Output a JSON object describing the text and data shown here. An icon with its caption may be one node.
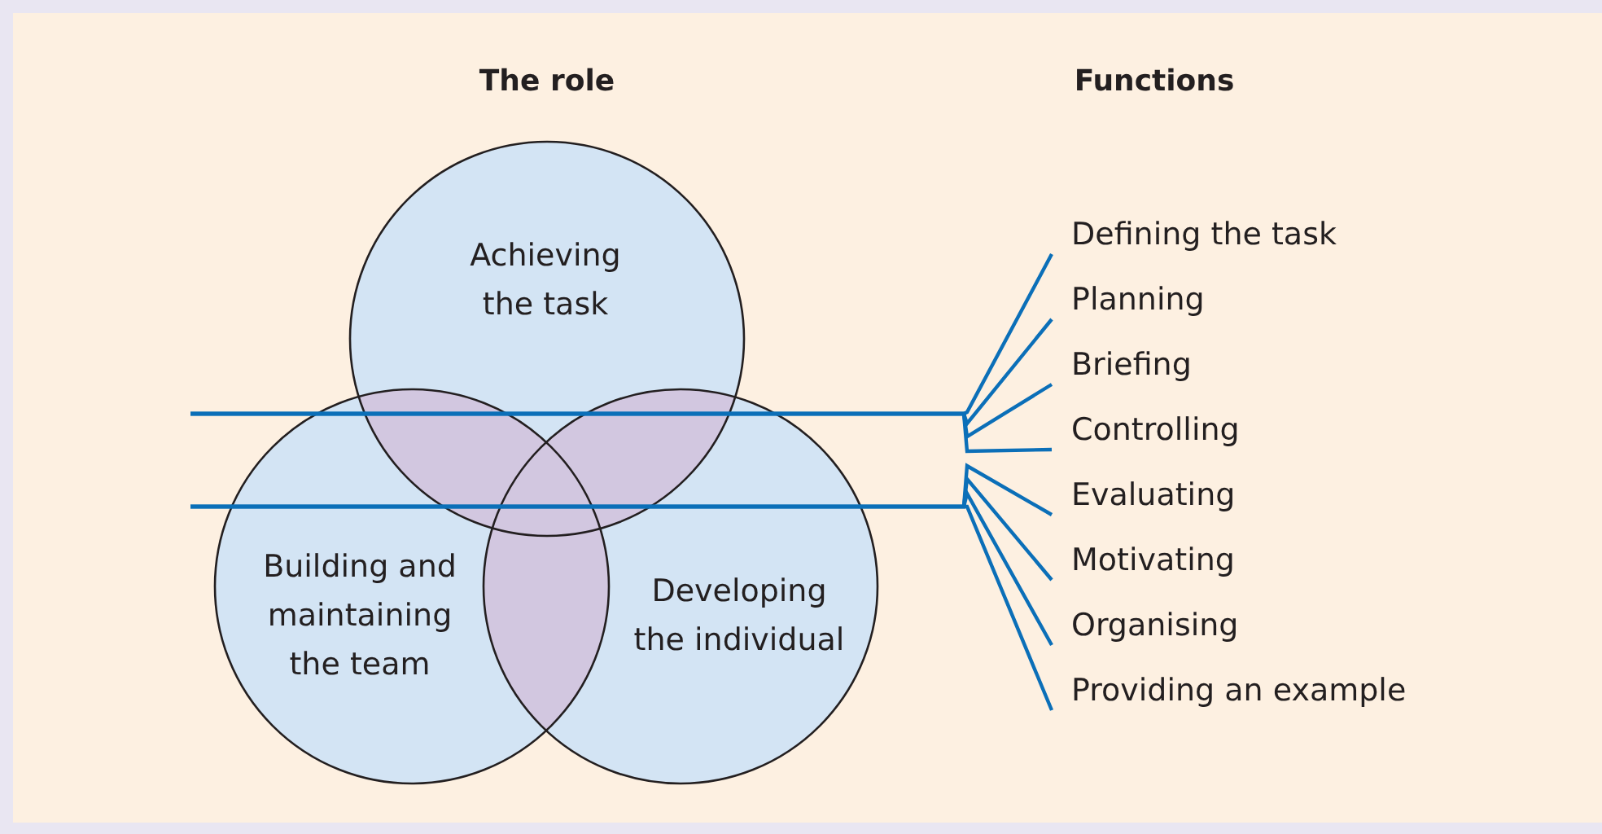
{
  "diagram": {
    "nodes": [
      {
        "text": [
          "Achieving the task"
        ]
      },
      {
        "text": [
          "Building and maintaining the team"
        ]
      },
      {
        "text": [
          "Developing the individual"
        ]
      },
      {
        "text": [
          "Defining the task"
        ]
      },
      {
        "text": [
          "Planning"
        ]
      },
      {
        "text": [
          "Briefing"
        ]
      },
      {
        "text": [
          "Controlling"
        ]
      },
      {
        "text": [
          "Evaluating"
        ]
      },
      {
        "text": [
          "Motivating"
        ]
      },
      {
        "text": [
          "Organising"
        ]
      },
      {
        "text": [
          "Providing an example"
        ]
      }
    ],
    "edges": [
      {
        "from": null,
        "to": 3,
        "arrow": "none"
      },
      {
        "from": null,
        "to": 4,
        "arrow": "none"
      },
      {
        "from": null,
        "to": 5,
        "arrow": "none"
      },
      {
        "from": null,
        "to": 6,
        "arrow": "none"
      },
      {
        "from": null,
        "to": 7,
        "arrow": "none"
      },
      {
        "from": null,
        "to": 8,
        "arrow": "none"
      },
      {
        "from": null,
        "to": 9,
        "arrow": "none"
      },
      {
        "from": null,
        "to": 10,
        "arrow": "none"
      }
    ],
    "labels": [
      "The role",
      "Functions"
    ]
  }
}
